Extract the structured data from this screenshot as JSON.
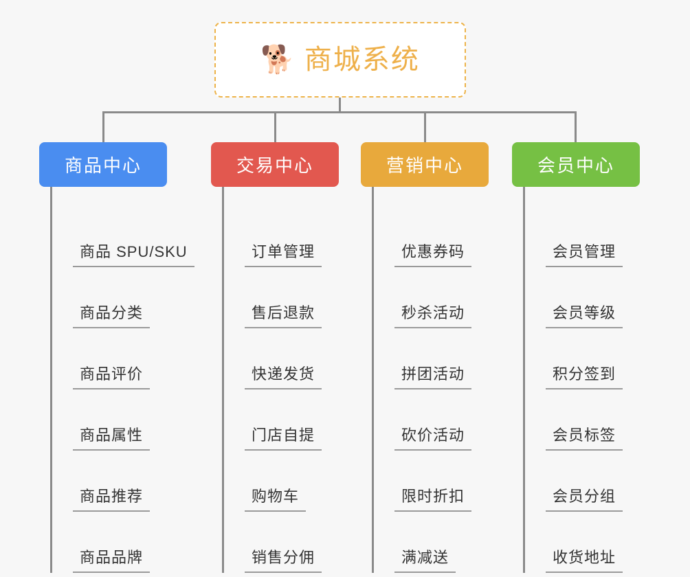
{
  "page": {
    "background_color": "#f7f7f7",
    "connector_color": "#8a8a8a",
    "leaf_text_color": "#333333",
    "leaf_underline_color": "#9a9a9a"
  },
  "root": {
    "icon": "shiba-dog-face-emoji",
    "icon_glyph": "🐕",
    "title": "商城系统",
    "title_color": "#eeb04a",
    "border_color": "#edb349",
    "border_style": "dashed",
    "background_color": "#ffffff"
  },
  "branches": [
    {
      "label": "商品中心",
      "color": "#4a8df0",
      "leaves": [
        {
          "label": "商品 SPU/SKU"
        },
        {
          "label": "商品分类"
        },
        {
          "label": "商品评价"
        },
        {
          "label": "商品属性"
        },
        {
          "label": "商品推荐"
        },
        {
          "label": "商品品牌"
        }
      ]
    },
    {
      "label": "交易中心",
      "color": "#e2584f",
      "leaves": [
        {
          "label": "订单管理"
        },
        {
          "label": "售后退款"
        },
        {
          "label": "快递发货"
        },
        {
          "label": "门店自提"
        },
        {
          "label": "购物车"
        },
        {
          "label": "销售分佣"
        }
      ]
    },
    {
      "label": "营销中心",
      "color": "#e8a93c",
      "leaves": [
        {
          "label": "优惠券码"
        },
        {
          "label": "秒杀活动"
        },
        {
          "label": "拼团活动"
        },
        {
          "label": "砍价活动"
        },
        {
          "label": "限时折扣"
        },
        {
          "label": "满减送"
        }
      ]
    },
    {
      "label": "会员中心",
      "color": "#76c044",
      "leaves": [
        {
          "label": "会员管理"
        },
        {
          "label": "会员等级"
        },
        {
          "label": "积分签到"
        },
        {
          "label": "会员标签"
        },
        {
          "label": "会员分组"
        },
        {
          "label": "收货地址"
        }
      ]
    }
  ]
}
